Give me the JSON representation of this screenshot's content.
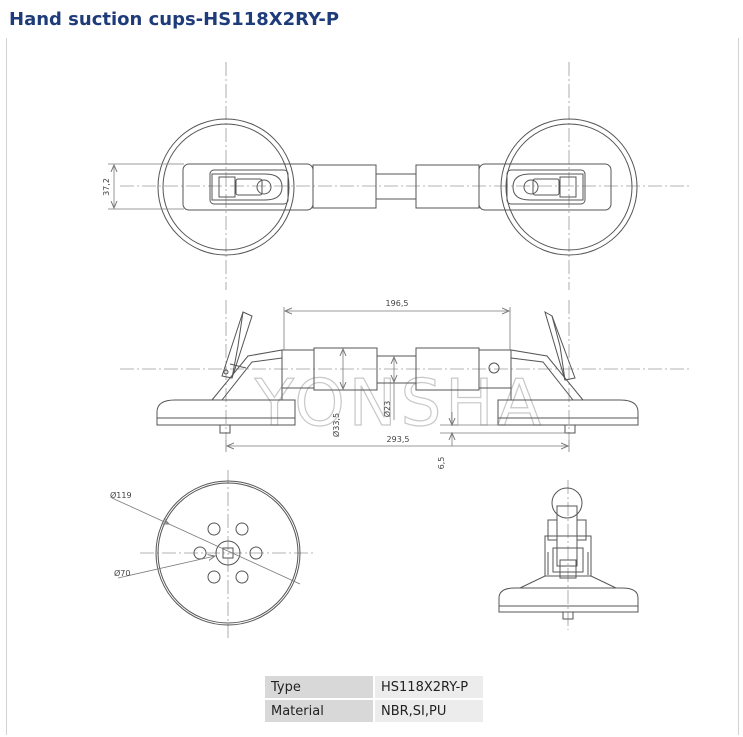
{
  "title": "Hand suction cups-HS118X2RY-P",
  "watermark": "YONSHA",
  "dimensions": {
    "top_height": "37,2",
    "span_inner": "196,5",
    "tube_diameter_outer": "Ø33,5",
    "tube_diameter_inner": "Ø23",
    "span_total": "293,5",
    "lift": "6,5",
    "cup_diameter": "Ø119",
    "bolt_circle": "Ø70"
  },
  "specs": [
    {
      "label": "Type",
      "value": "HS118X2RY-P"
    },
    {
      "label": "Material",
      "value": "NBR,SI,PU"
    }
  ],
  "colors": {
    "title": "#1f3c7a",
    "line": "#555555",
    "center_line": "#9a9a9a",
    "dim_line": "#7a7a7a"
  }
}
